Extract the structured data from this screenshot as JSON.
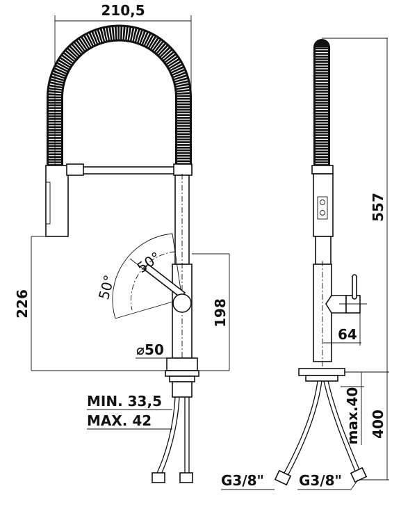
{
  "drawing": {
    "front_view": {
      "width_label": "210,5",
      "angle_upper": "50°",
      "angle_lower": "50°",
      "height_spout_label": "226",
      "height_lever_label": "198",
      "base_diameter_label": "⌀50",
      "deck_min_label": "MIN. 33,5",
      "deck_max_label": "MAX. 42",
      "connection_label": "G3/8\""
    },
    "side_view": {
      "total_height_label": "557",
      "lever_offset_label": "64",
      "max_deck_label": "max.40",
      "hose_length_label": "400",
      "connection_label": "G3/8\""
    }
  }
}
